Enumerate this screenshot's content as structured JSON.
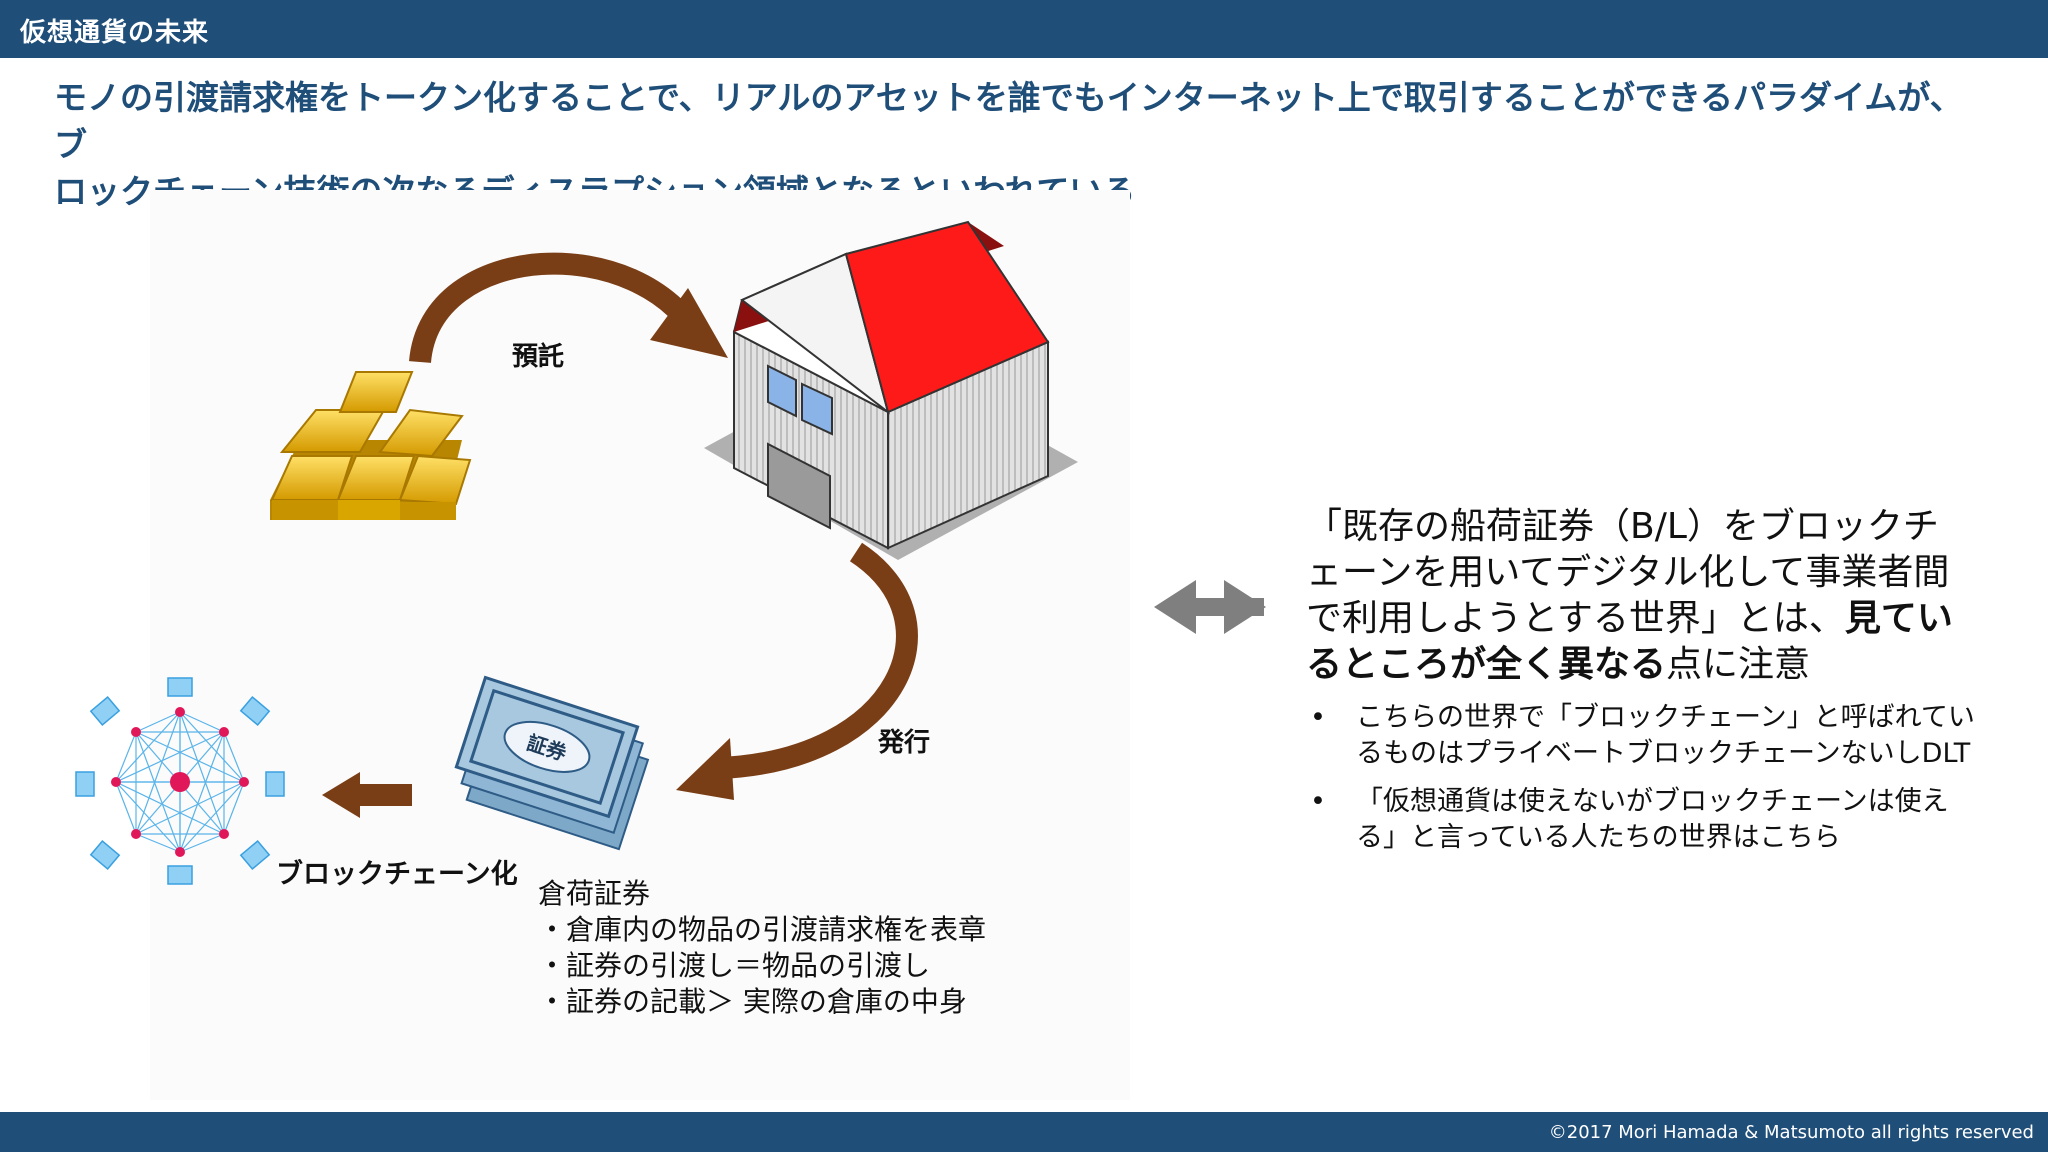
{
  "header": {
    "title": "仮想通貨の未来"
  },
  "headline": {
    "line1": "モノの引渡請求権をトークン化することで、リアルのアセットを誰でもインターネット上で取引することができるパラダイムが、ブ",
    "line2": "ロックチェーン技術の次なるディスラプション領域となるといわれている"
  },
  "diagram": {
    "deposit_label": "預託",
    "issue_label": "発行",
    "certificate_stamp": "証券",
    "blockchain_label": "ブロックチェーン化",
    "receipt": {
      "title": "倉荷証券",
      "items": [
        "・倉庫内の物品の引渡請求権を表章",
        "・証券の引渡し＝物品の引渡し",
        "・証券の記載＞ 実際の倉庫の中身"
      ]
    }
  },
  "callout": {
    "text_before": "「既存の船荷証券（B/L）をブロックチェーンを用いてデジタル化して事業者間で利用しようとする世界」とは、",
    "text_bold": "見ているところが全く異なる",
    "text_after": "点に注意"
  },
  "bullets": [
    "こちらの世界で「ブロックチェーン」と呼ばれているものはプライベートブロックチェーンないしDLT",
    "「仮想通貨は使えないがブロックチェーンは使える」と言っている人たちの世界はこちら"
  ],
  "footer": {
    "copyright": "©2017 Mori Hamada & Matsumoto all rights reserved"
  },
  "colors": {
    "brand": "#1f4e79",
    "arrow_brown": "#7a3e16",
    "roof_red": "#ff1a1a",
    "gold": "#f0b800",
    "network_blue": "#3aa0e0",
    "network_node": "#e0185a"
  }
}
